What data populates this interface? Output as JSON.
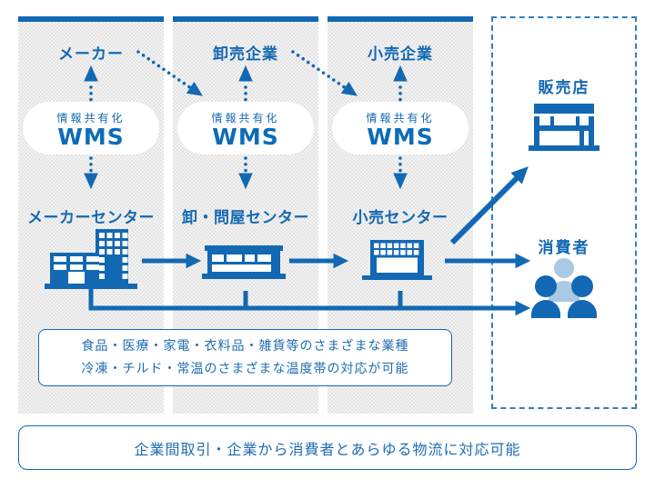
{
  "colors": {
    "primary_blue": "#1268b3",
    "wms_blue": "#0d6cb8",
    "light_person_blue": "#a9c9e5",
    "column_gray": "#e9e9e9",
    "dashed_border_blue": "#2f7fba"
  },
  "columns": [
    {
      "entity_label": "メーカー",
      "cloud_top": "情報共有化",
      "cloud_main": "WMS",
      "center_label": "メーカーセンター",
      "center_icon": "factory-icon"
    },
    {
      "entity_label": "卸売企業",
      "cloud_top": "情報共有化",
      "cloud_main": "WMS",
      "center_label": "卸・問屋センター",
      "center_icon": "warehouse-icon"
    },
    {
      "entity_label": "小売企業",
      "cloud_top": "情報共有化",
      "cloud_main": "WMS",
      "center_label": "小売センター",
      "center_icon": "retail-center-icon"
    }
  ],
  "right_panel": {
    "store_label": "販売店",
    "consumer_label": "消費者"
  },
  "callouts": {
    "industries_line1": "食品・医療・家電・衣料品・雑貨等のさまざまな業種",
    "industries_line2": "冷凍・チルド・常温のさまざまな温度帯の対応が可能",
    "bottom_note": "企業間取引・企業から消費者とあらゆる物流に対応可能"
  }
}
